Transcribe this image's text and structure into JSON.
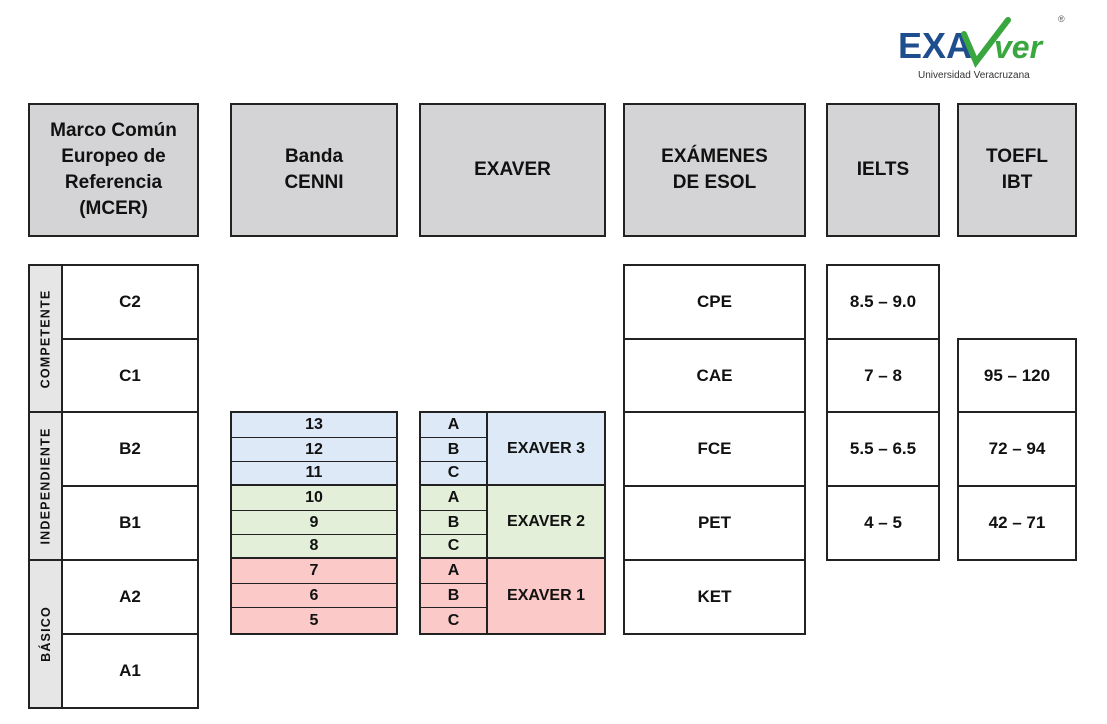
{
  "logo": {
    "brand_left": "EXA",
    "brand_right": "ver",
    "registered": "®",
    "subtitle": "Universidad Veracruzana",
    "colors": {
      "blue": "#1f4e8f",
      "green": "#3aa640"
    }
  },
  "headers": {
    "mcer": "Marco Común\nEuropeo de\nReferencia\n(MCER)",
    "cenni": "Banda\nCENNI",
    "exaver": "EXAVER",
    "esol": "EXÁMENES\nDE ESOL",
    "ielts": "IELTS",
    "toefl": "TOEFL\nIBT"
  },
  "mcer_groups": [
    "COMPETENTE",
    "INDEPENDIENTE",
    "BÁSICO"
  ],
  "mcer_levels": [
    "C2",
    "C1",
    "B2",
    "B1",
    "A2",
    "A1"
  ],
  "cenni_bands": [
    "13",
    "12",
    "11",
    "10",
    "9",
    "8",
    "7",
    "6",
    "5"
  ],
  "exaver_sublevels": [
    "A",
    "B",
    "C",
    "A",
    "B",
    "C",
    "A",
    "B",
    "C"
  ],
  "exaver_levels": [
    "EXAVER 3",
    "EXAVER 2",
    "EXAVER 1"
  ],
  "esol_exams": [
    "CPE",
    "CAE",
    "FCE",
    "PET",
    "KET"
  ],
  "ielts_scores": [
    "8.5 – 9.0",
    "7 – 8",
    "5.5 – 6.5",
    "4 – 5"
  ],
  "toefl_scores": [
    "95 – 120",
    "72 – 94",
    "42 – 71"
  ],
  "colors": {
    "blue": "#dde9f6",
    "green": "#e3efd9",
    "red": "#fcc9c9",
    "header": "#d4d3d5"
  }
}
